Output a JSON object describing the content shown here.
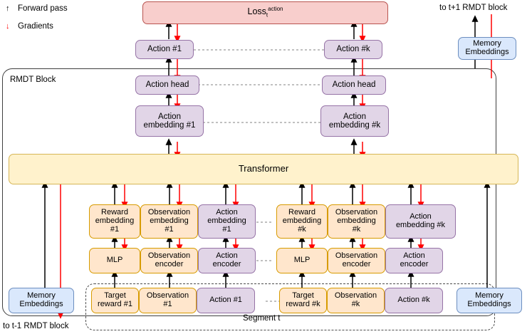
{
  "legend": {
    "forward": {
      "label": "Forward pass",
      "icon": "up-arrow-icon",
      "color": "#000000"
    },
    "gradients": {
      "label": "Gradients",
      "icon": "down-arrow-icon",
      "color": "#ff0000"
    }
  },
  "containers": {
    "rmdt_block_label": "RMDT Block",
    "segment_label": "Segment t"
  },
  "loss": {
    "text": "Loss",
    "sub": "t",
    "sup": "action"
  },
  "memory": {
    "top_right": {
      "label": "Memory\nEmbeddings",
      "caption": "to t+1 RMDT block"
    },
    "bottom_left": {
      "label": "Memory\nEmbeddings",
      "caption": "to t-1 RMDT block"
    },
    "bottom_right": {
      "label": "Memory\nEmbeddings"
    }
  },
  "transformer": {
    "label": "Transformer"
  },
  "rows": {
    "actions": [
      {
        "label": "Action #1",
        "color": "purple"
      },
      {
        "label": "Action #k",
        "color": "purple"
      }
    ],
    "action_heads": [
      {
        "label": "Action head",
        "color": "purple"
      },
      {
        "label": "Action head",
        "color": "purple"
      }
    ],
    "action_embeddings_top": [
      {
        "label": "Action\nembedding #1",
        "color": "purple"
      },
      {
        "label": "Action\nembedding #k",
        "color": "purple"
      }
    ],
    "embeddings": [
      {
        "label": "Reward\nembedding\n#1",
        "color": "orange"
      },
      {
        "label": "Observation\nembedding\n#1",
        "color": "orange"
      },
      {
        "label": "Action\nembedding\n#1",
        "color": "purple"
      },
      {
        "label": "Reward\nembedding\n#k",
        "color": "orange"
      },
      {
        "label": "Observation\nembedding\n#k",
        "color": "orange"
      },
      {
        "label": "Action\nembedding #k",
        "color": "purple"
      }
    ],
    "encoders": [
      {
        "label": "MLP",
        "color": "orange"
      },
      {
        "label": "Observation\nencoder",
        "color": "orange"
      },
      {
        "label": "Action\nencoder",
        "color": "purple"
      },
      {
        "label": "MLP",
        "color": "orange"
      },
      {
        "label": "Observation\nencoder",
        "color": "orange"
      },
      {
        "label": "Action\nencoder",
        "color": "purple"
      }
    ],
    "inputs": [
      {
        "label": "Target\nreward #1",
        "color": "orange"
      },
      {
        "label": "Observation\n#1",
        "color": "orange"
      },
      {
        "label": "Action #1",
        "color": "purple"
      },
      {
        "label": "Target\nreward #k",
        "color": "orange"
      },
      {
        "label": "Observation\n#k",
        "color": "orange"
      },
      {
        "label": "Action #k",
        "color": "purple"
      }
    ]
  },
  "colors": {
    "purple_fill": "#e1d5e7",
    "purple_stroke": "#9673a6",
    "orange_fill": "#ffe6cc",
    "orange_stroke": "#d79b00",
    "yellow_fill": "#fff2cc",
    "yellow_stroke": "#d6b656",
    "pink_fill": "#f8cecc",
    "pink_stroke": "#b85450",
    "blue_fill": "#dae8fc",
    "blue_stroke": "#6c8ebf",
    "forward_arrow": "#000000",
    "gradient_arrow": "#ff0000"
  }
}
